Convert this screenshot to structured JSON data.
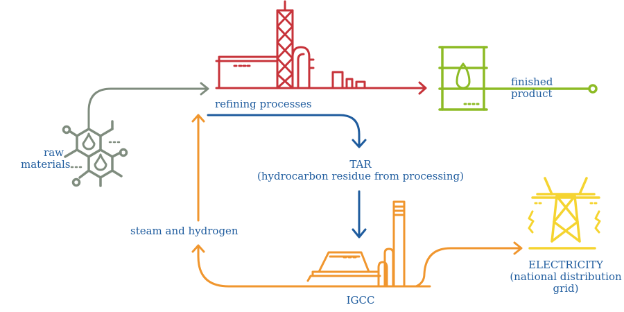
{
  "colors": {
    "text": "#1f5c9e",
    "raw": "#7f8c7e",
    "refining": "#c7333a",
    "product": "#8dbb25",
    "tar": "#1f5c9e",
    "igcc": "#f0962e",
    "electricity": "#f5d430"
  },
  "nodes": {
    "raw_materials": {
      "line1": "raw",
      "line2": "materials",
      "icon": "molecule-icon"
    },
    "refining": {
      "label": "refining processes",
      "icon": "refinery-icon"
    },
    "finished_product": {
      "line1": "finished",
      "line2": "product",
      "icon": "oil-barrel-icon"
    },
    "tar": {
      "title": "TAR",
      "subtitle": "(hydrocarbon residue from processing)"
    },
    "igcc": {
      "label": "IGCC",
      "icon": "power-plant-icon"
    },
    "electricity": {
      "title": "ELECTRICITY",
      "line2": "(national distribution",
      "line3": "grid)",
      "icon": "power-pylon-icon"
    },
    "steam": {
      "label": "steam and hydrogen"
    }
  },
  "flows": [
    {
      "from": "raw materials",
      "to": "refining processes"
    },
    {
      "from": "refining processes",
      "to": "finished product"
    },
    {
      "from": "refining processes",
      "to": "TAR"
    },
    {
      "from": "TAR",
      "to": "IGCC"
    },
    {
      "from": "IGCC",
      "to": "steam and hydrogen"
    },
    {
      "from": "steam and hydrogen",
      "to": "refining processes"
    },
    {
      "from": "IGCC",
      "to": "ELECTRICITY"
    }
  ]
}
